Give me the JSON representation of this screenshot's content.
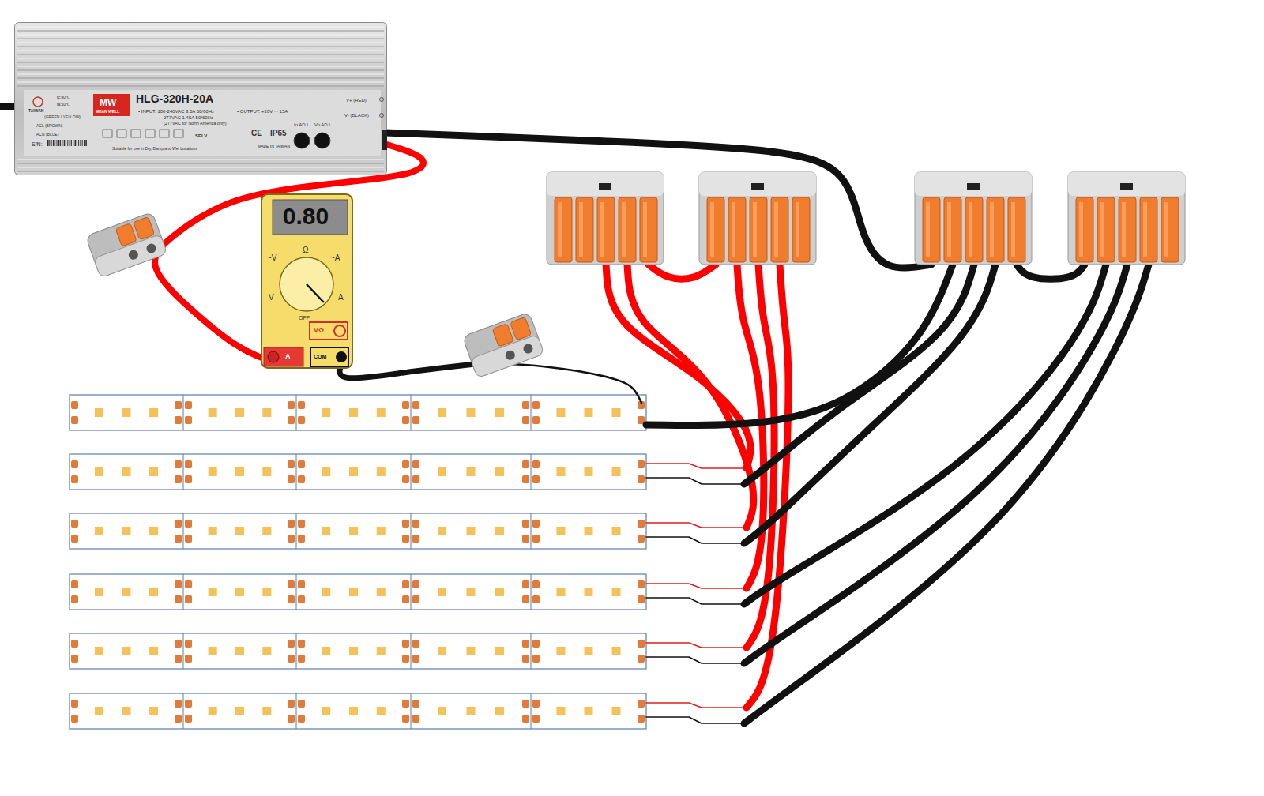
{
  "diagram": {
    "nodes": [
      {
        "text": [
          "tc:90℃",
          "ta:50℃",
          "TAIWAN",
          "MW",
          "MEAN WELL",
          "HLG-320H-20A",
          "(GREEN / YELLOW)",
          "ACL (BROWN)",
          "ACN (BLUE)",
          "S/N:",
          "• INPUT: 100-240VAC 3.5A 50/60Hz",
          "277VAC 1.45A 50/60Hz",
          "(277VAC for North America only)",
          "• OUTPUT: +20V ⎓ 15A",
          "Io ADJ.",
          "Vo ADJ.",
          "V+ (RED)",
          "V- (BLACK)",
          "SELV",
          "CE",
          "IP65",
          "Suitable for use in Dry, Damp and Wet Locations",
          "MADE IN TAIWAN"
        ]
      },
      {
        "text": [
          "0.80",
          "~V",
          "Ω",
          "~A",
          "V",
          "A",
          "OFF",
          "A",
          "VΩ",
          "COM"
        ]
      }
    ],
    "edges": [
      {
        "from": 0,
        "to": 1,
        "arrow": "none"
      }
    ]
  }
}
